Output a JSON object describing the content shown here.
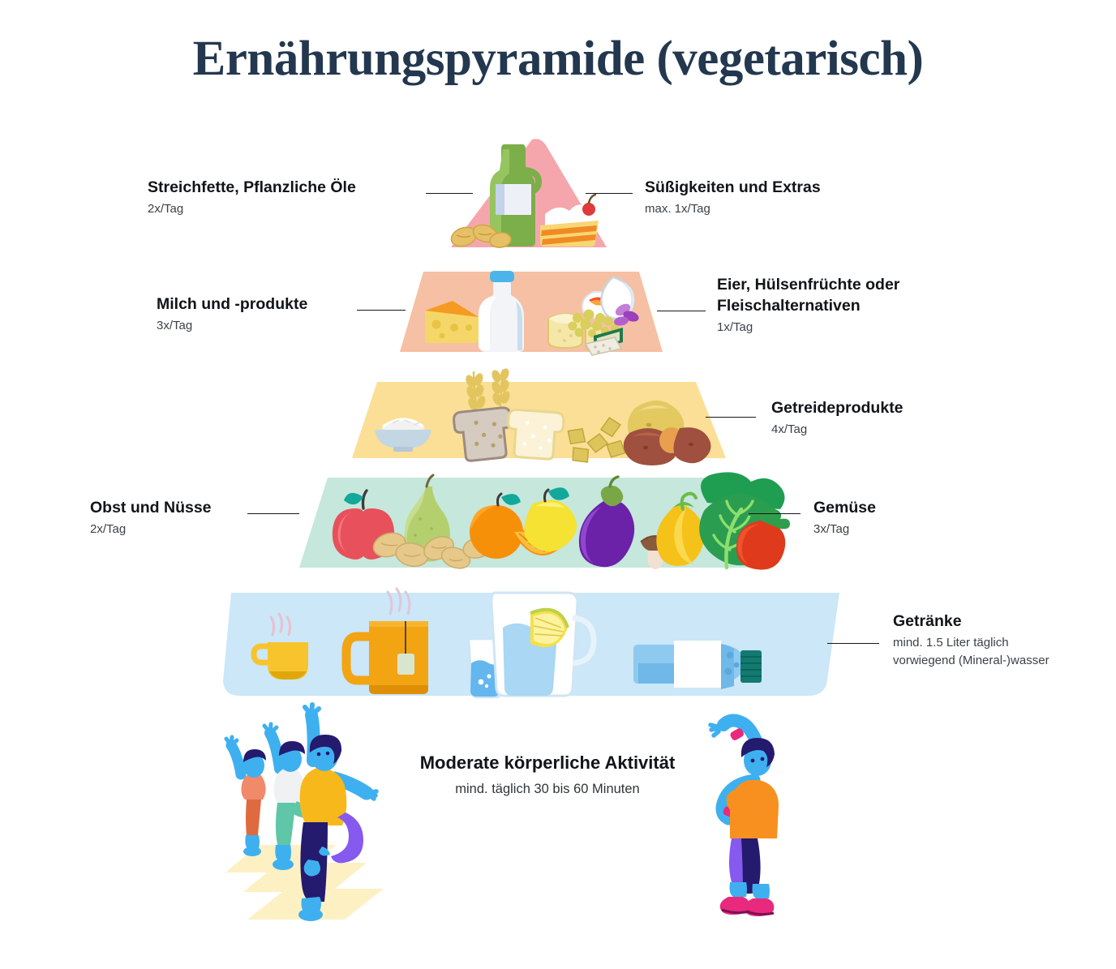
{
  "page": {
    "title": "Ernährungspyramide (vegetarisch)",
    "background": "#ffffff",
    "title_color": "#23384f"
  },
  "chart_data": {
    "type": "pyramid",
    "title": "Ernährungspyramide (vegetarisch)",
    "description": "Vegetarische Ernährungspyramide mit sechs Ebenen und einer Aktivitätsbasis",
    "levels": [
      {
        "index": 1,
        "position": "top",
        "color": "#f5a6ad",
        "labels": [
          {
            "side": "left",
            "name": "Streichfette, Pflanzliche Öle",
            "amount": "2x/Tag"
          },
          {
            "side": "right",
            "name": "Süßigkeiten und Extras",
            "amount": "max. 1x/Tag"
          }
        ],
        "icons": [
          "oil-bottle",
          "cake-slice",
          "nuts"
        ]
      },
      {
        "index": 2,
        "position": "second",
        "color": "#f6c0a4",
        "labels": [
          {
            "side": "left",
            "name": "Milch und -produkte",
            "amount": "3x/Tag"
          },
          {
            "side": "right",
            "name": "Eier, Hülsenfrüchte oder Fleischalternativen",
            "amount": "1x/Tag"
          }
        ],
        "icons": [
          "cheese-wedge",
          "milk-bottle",
          "soft-cheese",
          "egg",
          "beans",
          "tofu"
        ]
      },
      {
        "index": 3,
        "position": "third",
        "color": "#fbdf96",
        "labels": [
          {
            "side": "right",
            "name": "Getreideprodukte",
            "amount": "4x/Tag"
          }
        ],
        "icons": [
          "rice-bowl",
          "bread-slice",
          "toast",
          "pasta",
          "potato",
          "sweet-potato",
          "wheat-ear"
        ]
      },
      {
        "index": 4,
        "position": "fourth",
        "color": "#c5e7dc",
        "labels": [
          {
            "side": "left",
            "name": "Obst und Nüsse",
            "amount": "2x/Tag"
          },
          {
            "side": "right",
            "name": "Gemüse",
            "amount": "3x/Tag"
          }
        ],
        "icons": [
          "apple",
          "pear",
          "walnuts",
          "orange",
          "lemon",
          "eggplant",
          "mushroom",
          "bell-pepper",
          "cabbage",
          "tomato"
        ]
      },
      {
        "index": 5,
        "position": "base",
        "color": "#cbe7f8",
        "labels": [
          {
            "side": "right",
            "name": "Getränke",
            "amount": "mind. 1.5 Liter täglich",
            "amount2": "vorwiegend (Mineral-)wasser"
          }
        ],
        "icons": [
          "coffee-cup",
          "teapot",
          "water-glass",
          "water-pitcher",
          "water-bottle"
        ]
      }
    ],
    "activity": {
      "title": "Moderate körperliche Aktivität",
      "subtitle": "mind. täglich 30 bis 60 Minuten",
      "icons": [
        "yoga-group",
        "stretching-person"
      ]
    }
  },
  "labels": {
    "fats": {
      "name": "Streichfette, Pflanzliche Öle",
      "amount": "2x/Tag"
    },
    "sweets": {
      "name": "Süßigkeiten und Extras",
      "amount": "max. 1x/Tag"
    },
    "dairy": {
      "name": "Milch und -produkte",
      "amount": "3x/Tag"
    },
    "protein": {
      "line1": "Eier, Hülsenfrüchte oder",
      "line2": "Fleischalternativen",
      "amount": "1x/Tag"
    },
    "grains": {
      "name": "Getreideprodukte",
      "amount": "4x/Tag"
    },
    "fruit": {
      "name": "Obst und Nüsse",
      "amount": "2x/Tag"
    },
    "veg": {
      "name": "Gemüse",
      "amount": "3x/Tag"
    },
    "drinks": {
      "name": "Getränke",
      "amount": "mind. 1.5 Liter täglich",
      "amount2": "vorwiegend (Mineral-)wasser"
    }
  },
  "activity": {
    "title": "Moderate körperliche Aktivität",
    "subtitle": "mind. täglich 30 bis 60 Minuten"
  },
  "colors": {
    "tier_fats": "#f5a6ad",
    "tier_dairy": "#f6c0a4",
    "tier_grains": "#fbdf96",
    "tier_produce": "#c5e7dc",
    "tier_drinks": "#cbe7f8",
    "title": "#23384f",
    "label": "#111418",
    "sublabel": "#3b4147",
    "leader_line": "#15181c"
  }
}
